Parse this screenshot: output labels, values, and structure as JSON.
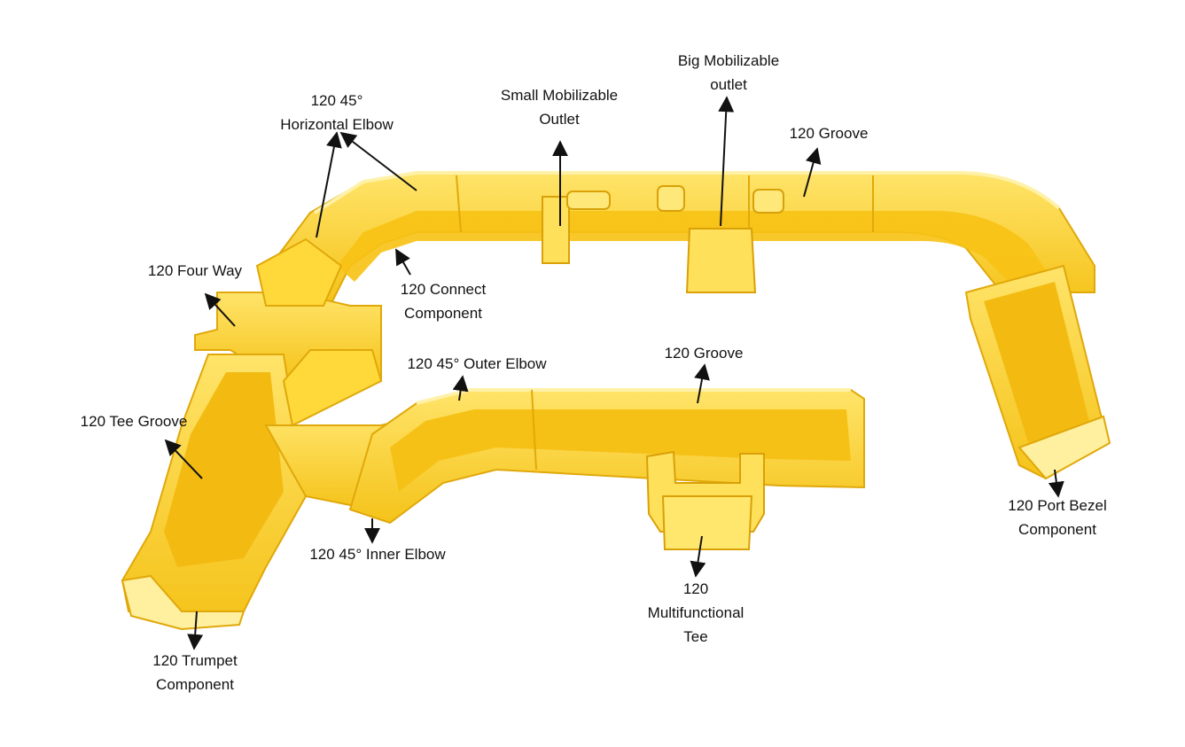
{
  "labels": {
    "horizontal_elbow": [
      "120  45°",
      "Horizontal  Elbow"
    ],
    "small_outlet": [
      "Small  Mobilizable",
      "Outlet"
    ],
    "big_outlet": [
      "Big Mobilizable",
      "outlet"
    ],
    "groove_top": [
      "120  Groove"
    ],
    "four_way": [
      "120 Four Way"
    ],
    "connect_component": [
      "120 Connect",
      "Component"
    ],
    "outer_elbow": [
      "120  45° Outer Elbow"
    ],
    "groove_mid": [
      "120  Groove"
    ],
    "tee_groove": [
      "120 Tee Groove"
    ],
    "inner_elbow": [
      "120  45° Inner Elbow"
    ],
    "multifunctional_tee": [
      "120",
      "Multifunctional",
      "Tee"
    ],
    "port_bezel": [
      "120 Port Bezel",
      "Component"
    ],
    "trumpet": [
      "120 Trumpet",
      "Component"
    ]
  },
  "colors": {
    "tray": "#fcd02a",
    "tray_light": "#ffe565",
    "tray_dark": "#e5ac08",
    "tray_shadow": "#c98f05",
    "arrow": "#111111"
  }
}
